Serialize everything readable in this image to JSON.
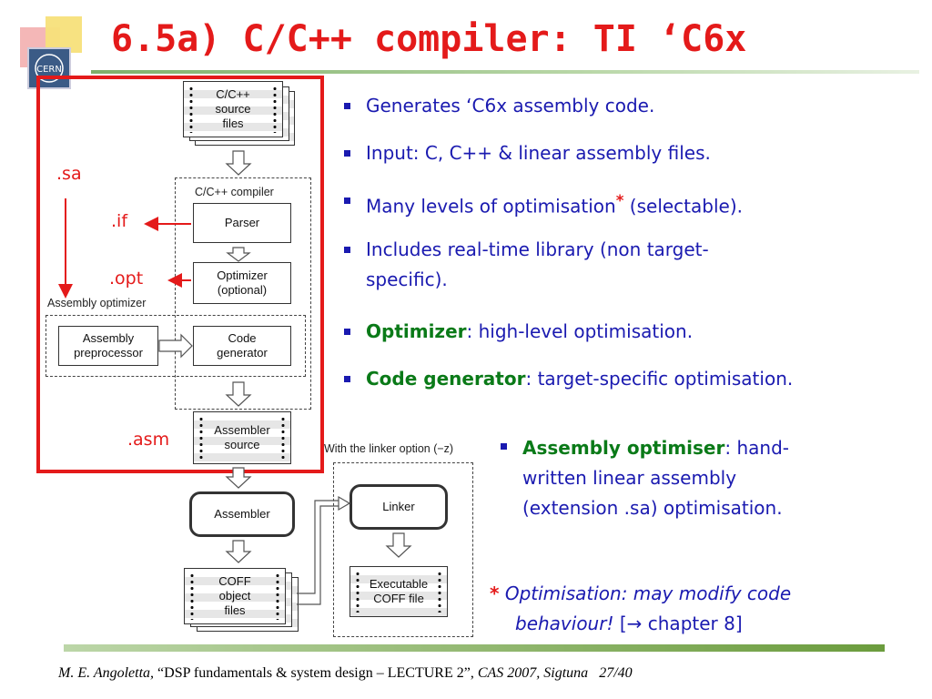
{
  "slide": {
    "title": "6.5a) C/C++ compiler: TI ‘C6x",
    "logo_text": "CERN"
  },
  "diagram": {
    "source_files": "C/C++ source files",
    "compiler_label": "C/C++ compiler",
    "parser": "Parser",
    "optimizer": "Optimizer (optional)",
    "asm_optimizer_label": "Assembly optimizer",
    "asm_preprocessor": "Assembly preprocessor",
    "code_generator": "Code generator",
    "assembler_source": "Assembler source",
    "linker_option": "With the linker option (−z)",
    "assembler": "Assembler",
    "linker": "Linker",
    "coff_files": "COFF object files",
    "executable": "Executable COFF file",
    "ext_sa": ".sa",
    "ext_if": ".if",
    "ext_opt": ".opt",
    "ext_asm": ".asm"
  },
  "bullets": [
    {
      "text": "Generates ‘C6x assembly code."
    },
    {
      "text": "Input: C, C++ & linear assembly files."
    },
    {
      "pre": "Many levels of optimisation",
      "star": "*",
      "post": " (selectable)."
    },
    {
      "line1": "Includes real-time library  (non target-",
      "line2": "specific)."
    },
    {
      "bold": "Optimizer",
      "rest": ": high-level optimisation."
    },
    {
      "bold": "Code generator",
      "rest": ": target-specific optimisation."
    },
    {
      "bold": "Assembly optimiser",
      "line1": ": hand-",
      "line2": "written linear assembly",
      "line3": "(extension .sa) optimisation."
    }
  ],
  "note": {
    "star": "*",
    "line1": " Optimisation: may modify code",
    "line2a": "behaviour!",
    "line2b": " [→ chapter 8]"
  },
  "footer": {
    "author": "M. E. Angoletta,",
    "middle": " “DSP fundamentals & system design – LECTURE 2”, ",
    "event": "CAS 2007, Sigtuna",
    "page": "   27/40"
  },
  "colors": {
    "accent": "#e41a1a",
    "text": "#1a1ab0",
    "green": "#0a7a18"
  }
}
